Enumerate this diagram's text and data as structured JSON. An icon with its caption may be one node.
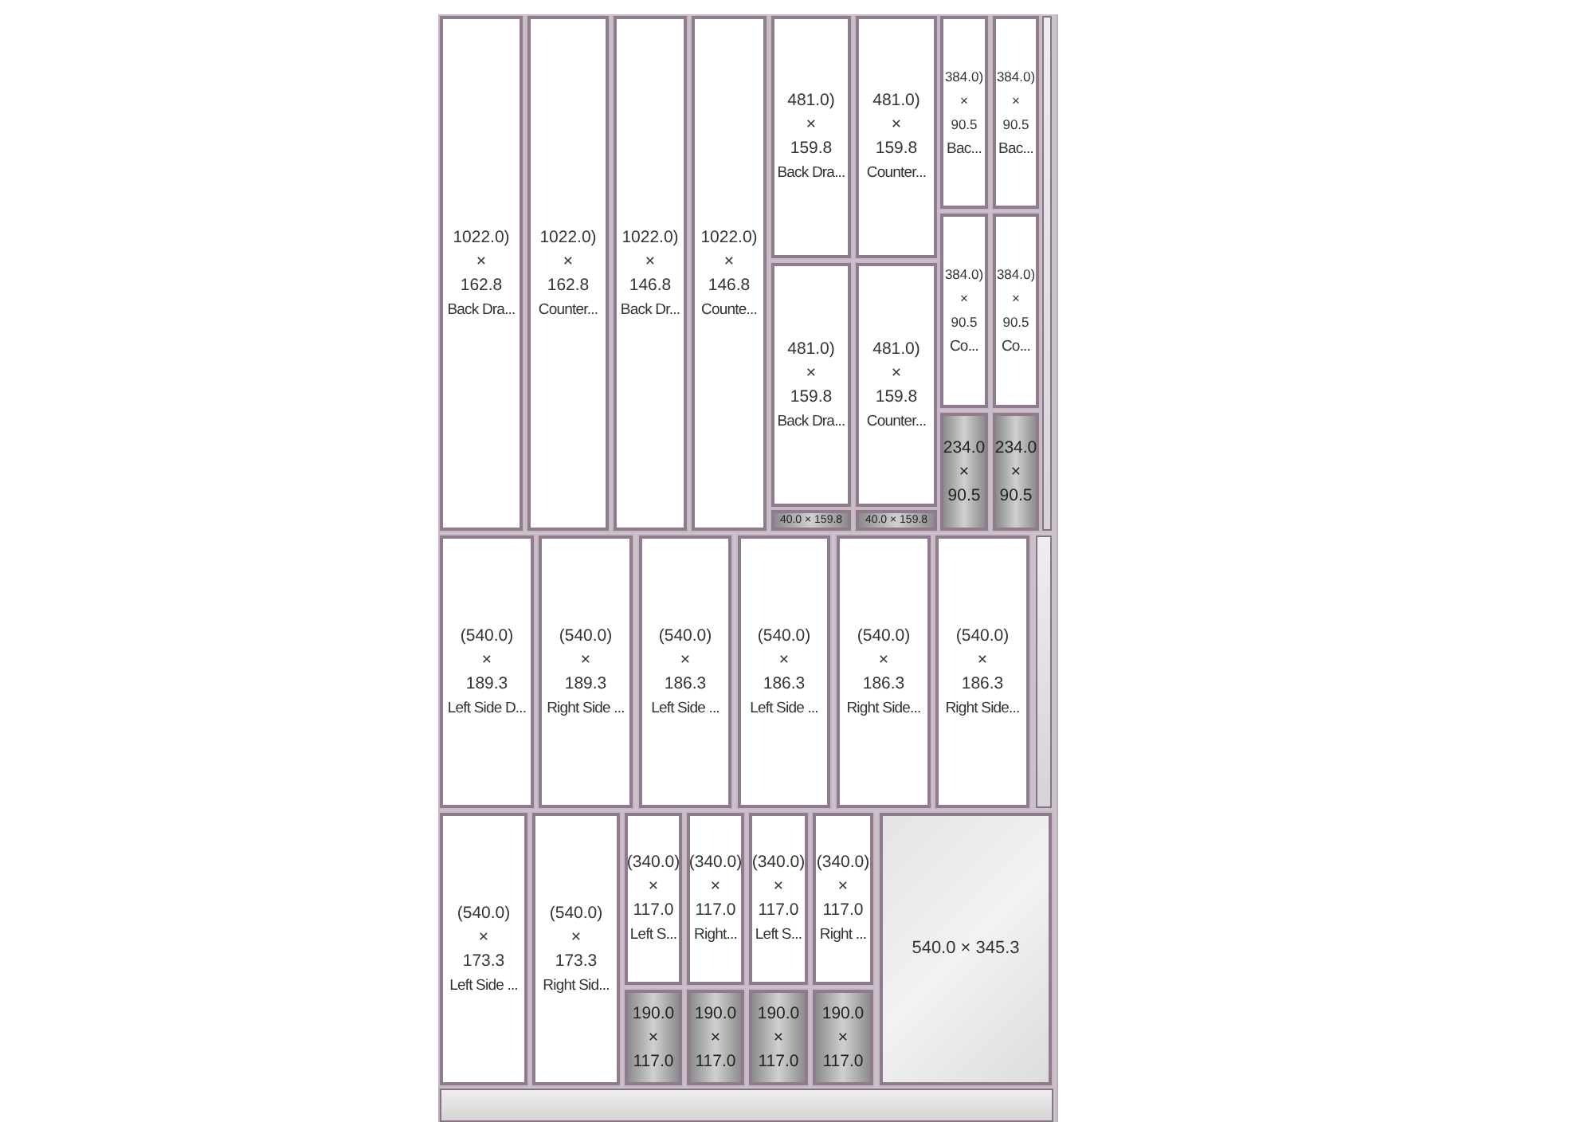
{
  "diagram": {
    "nodes": [
      {
        "text": [
          "1022.0) × 162.8",
          "Back Dra..."
        ]
      },
      {
        "text": [
          "1022.0) × 162.8",
          "Counter..."
        ]
      },
      {
        "text": [
          "1022.0) × 146.8",
          "Back Dr..."
        ]
      },
      {
        "text": [
          "1022.0) × 146.8",
          "Counte..."
        ]
      },
      {
        "text": [
          "481.0) × 159.8",
          "Back Dra..."
        ]
      },
      {
        "text": [
          "481.0) × 159.8",
          "Counter..."
        ]
      },
      {
        "text": [
          "384.0) × 90.5",
          "Bac..."
        ]
      },
      {
        "text": [
          "384.0) × 90.5",
          "Bac..."
        ]
      },
      {
        "text": [
          "481.0) × 159.8",
          "Back Dra..."
        ]
      },
      {
        "text": [
          "481.0) × 159.8",
          "Counter..."
        ]
      },
      {
        "text": [
          "384.0) × 90.5",
          "Co..."
        ]
      },
      {
        "text": [
          "384.0) × 90.5",
          "Co..."
        ]
      },
      {
        "text": [
          "234.0 × 90.5"
        ]
      },
      {
        "text": [
          "234.0 × 90.5"
        ]
      },
      {
        "text": [
          "40.0 × 159.8"
        ]
      },
      {
        "text": [
          "40.0 × 159.8"
        ]
      },
      {
        "text": [
          "(540.0) × 189.3",
          "Left Side D..."
        ]
      },
      {
        "text": [
          "(540.0) × 189.3",
          "Right Side ..."
        ]
      },
      {
        "text": [
          "(540.0) × 186.3",
          "Left Side ..."
        ]
      },
      {
        "text": [
          "(540.0) × 186.3",
          "Left Side ..."
        ]
      },
      {
        "text": [
          "(540.0) × 186.3",
          "Right Side..."
        ]
      },
      {
        "text": [
          "(540.0) × 186.3",
          "Right Side..."
        ]
      },
      {
        "text": [
          "(540.0) × 173.3",
          "Left Side ..."
        ]
      },
      {
        "text": [
          "(540.0) × 173.3",
          "Right Sid..."
        ]
      },
      {
        "text": [
          "(340.0) × 117.0",
          "Left S..."
        ]
      },
      {
        "text": [
          "(340.0) × 117.0",
          "Right..."
        ]
      },
      {
        "text": [
          "(340.0) × 117.0",
          "Left S..."
        ]
      },
      {
        "text": [
          "(340.0) × 117.0",
          "Right ..."
        ]
      },
      {
        "text": [
          "540.0 × 345.3"
        ]
      },
      {
        "text": [
          "190.0 × 117.0"
        ]
      },
      {
        "text": [
          "190.0 × 117.0"
        ]
      },
      {
        "text": [
          "190.0 × 117.0"
        ]
      },
      {
        "text": [
          "190.0 × 117.0"
        ]
      }
    ]
  }
}
